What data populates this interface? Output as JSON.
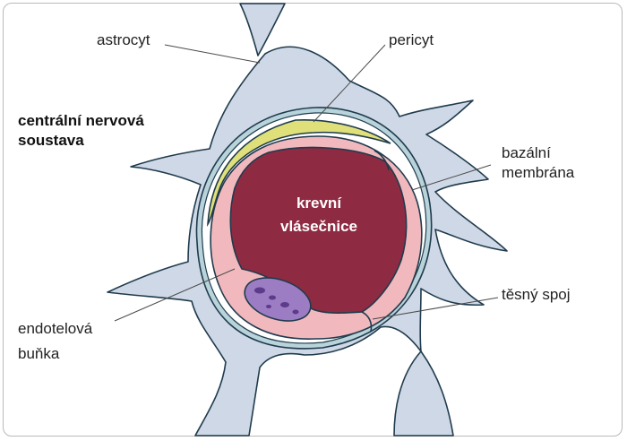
{
  "labels": {
    "astrocyt": "astrocyt",
    "pericyt": "pericyt",
    "cns_line1": "centrální nervová",
    "cns_line2": "soustava",
    "bazalni_line1": "bazální",
    "bazalni_line2": "membrána",
    "vlasecnice_line1": "krevní",
    "vlasecnice_line2": "vlásečnice",
    "tesny_spoj": "těsný spoj",
    "endotelova_line1": "endotelová",
    "endotelova_line2": "buňka"
  },
  "colors": {
    "astrocyte": "#cfd8e6",
    "pericyte": "#dfe07a",
    "endothelium": "#f1b9bd",
    "lumen": "#8e2b42",
    "nucleus": "#9c7cc3",
    "outline": "#1f3b4d",
    "membrane": "#b9d3db"
  }
}
